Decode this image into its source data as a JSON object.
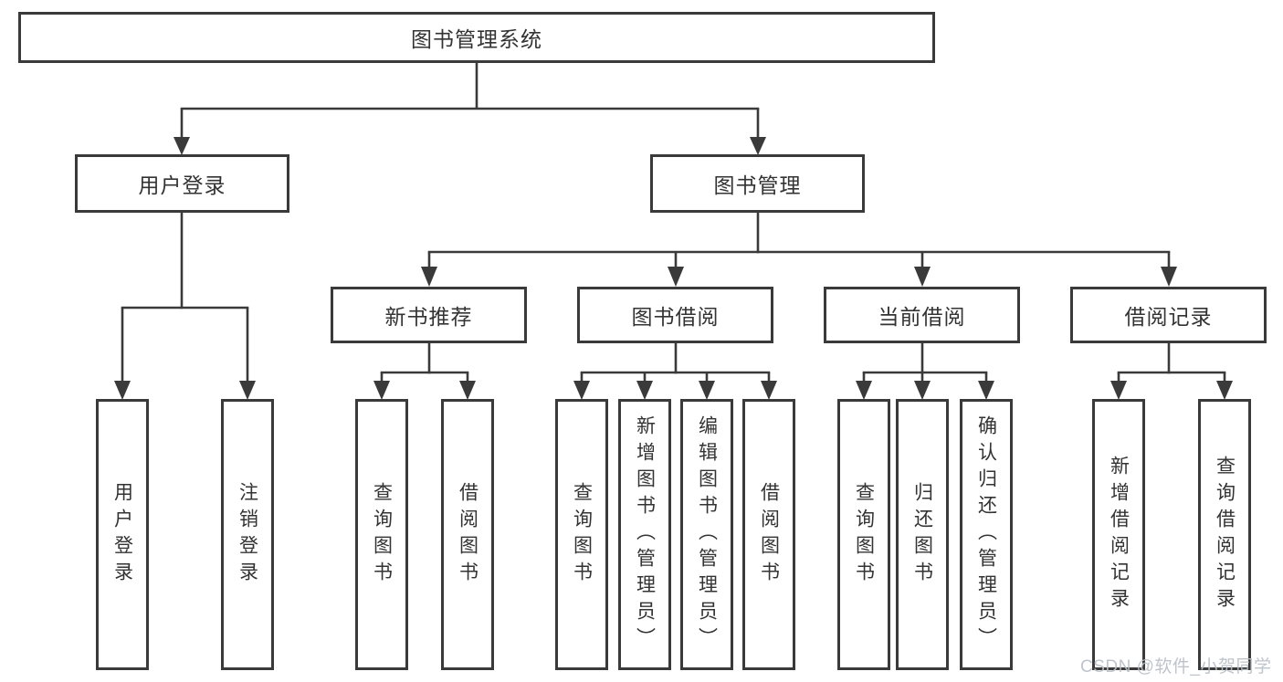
{
  "diagram": {
    "root": {
      "label": "图书管理系统"
    },
    "branches": [
      {
        "label": "用户登录",
        "children": [
          {
            "label": "用户登录"
          },
          {
            "label": "注销登录"
          }
        ]
      },
      {
        "label": "图书管理",
        "children": [
          {
            "label": "新书推荐",
            "children": [
              {
                "label": "查询图书"
              },
              {
                "label": "借阅图书"
              }
            ]
          },
          {
            "label": "图书借阅",
            "children": [
              {
                "label": "查询图书"
              },
              {
                "label": "新增图书（管理员）"
              },
              {
                "label": "编辑图书（管理员）"
              },
              {
                "label": "借阅图书"
              }
            ]
          },
          {
            "label": "当前借阅",
            "children": [
              {
                "label": "查询图书"
              },
              {
                "label": "归还图书"
              },
              {
                "label": "确认归还（管理员）"
              }
            ]
          },
          {
            "label": "借阅记录",
            "children": [
              {
                "label": "新增借阅记录"
              },
              {
                "label": "查询借阅记录"
              }
            ]
          }
        ]
      }
    ]
  },
  "watermark": {
    "text": "CSDN @软件_小贺同学",
    "color": "#b9bfc7"
  },
  "colors": {
    "line": "#3a3a3a",
    "box_border": "#3a3a3a",
    "text": "#333333",
    "background": "#ffffff"
  }
}
